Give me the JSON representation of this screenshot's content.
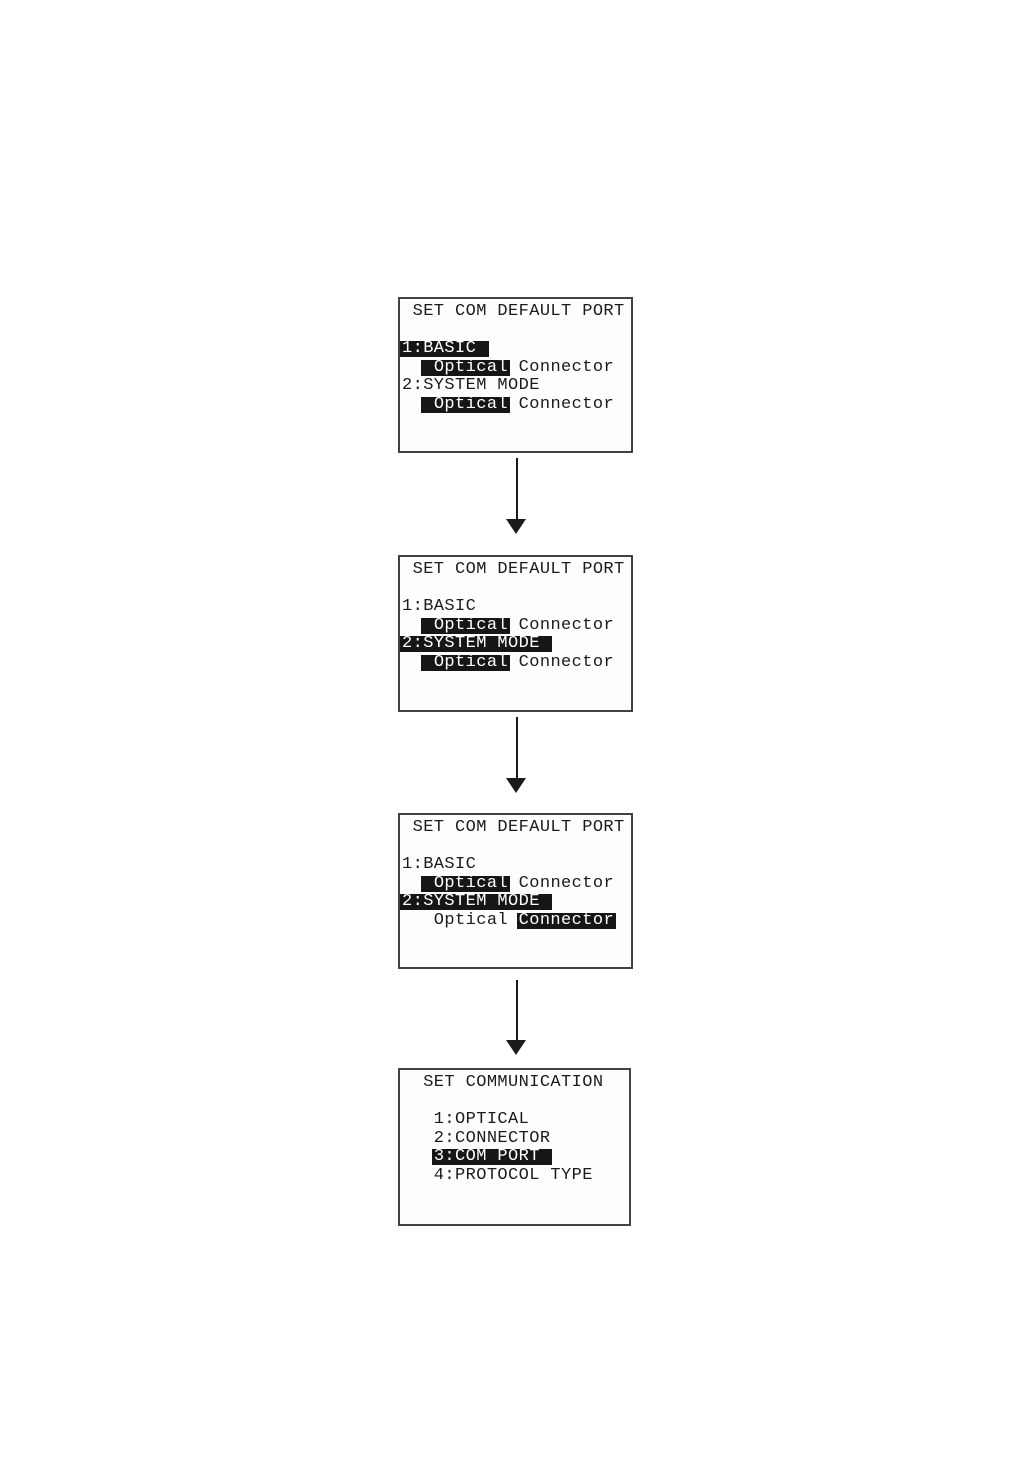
{
  "colors": {
    "page_bg": "#ffffff",
    "screen_bg": "#fdfdfd",
    "screen_border": "#424242",
    "text": "#1b1b1b",
    "highlight_bg": "#161616",
    "highlight_text": "#ffffff",
    "arrow": "#1b1b1b"
  },
  "screens": [
    {
      "title": "SET COM DEFAULT PORT",
      "lines": [
        [
          {
            "t": " SET COM DEFAULT PORT",
            "h": false
          }
        ],
        [],
        [
          {
            "t": "1:BASIC ",
            "h": true
          }
        ],
        [
          {
            "t": "  ",
            "h": false
          },
          {
            "t": " Optical",
            "h": true
          },
          {
            "t": " Connector",
            "h": false
          }
        ],
        [
          {
            "t": "2:SYSTEM MODE",
            "h": false
          }
        ],
        [
          {
            "t": "  ",
            "h": false
          },
          {
            "t": " Optical",
            "h": true
          },
          {
            "t": " Connector",
            "h": false
          }
        ]
      ]
    },
    {
      "title": "SET COM DEFAULT PORT",
      "lines": [
        [
          {
            "t": " SET COM DEFAULT PORT",
            "h": false
          }
        ],
        [],
        [
          {
            "t": "1:BASIC",
            "h": false
          }
        ],
        [
          {
            "t": "  ",
            "h": false
          },
          {
            "t": " Optical",
            "h": true
          },
          {
            "t": " Connector",
            "h": false
          }
        ],
        [
          {
            "t": "2:SYSTEM MODE ",
            "h": true
          }
        ],
        [
          {
            "t": "  ",
            "h": false
          },
          {
            "t": " Optical",
            "h": true
          },
          {
            "t": " Connector",
            "h": false
          }
        ]
      ]
    },
    {
      "title": "SET COM DEFAULT PORT",
      "lines": [
        [
          {
            "t": " SET COM DEFAULT PORT",
            "h": false
          }
        ],
        [],
        [
          {
            "t": "1:BASIC",
            "h": false
          }
        ],
        [
          {
            "t": "  ",
            "h": false
          },
          {
            "t": " Optical",
            "h": true
          },
          {
            "t": " Connector",
            "h": false
          }
        ],
        [
          {
            "t": "2:SYSTEM MODE ",
            "h": true
          }
        ],
        [
          {
            "t": "   Optical ",
            "h": false
          },
          {
            "t": "Connector",
            "h": true
          }
        ]
      ]
    },
    {
      "title": "SET COMMUNICATION",
      "lines": [
        [
          {
            "t": "  SET COMMUNICATION",
            "h": false
          }
        ],
        [],
        [
          {
            "t": "   1:OPTICAL",
            "h": false
          }
        ],
        [
          {
            "t": "   2:CONNECTOR",
            "h": false
          }
        ],
        [
          {
            "t": "   ",
            "h": false
          },
          {
            "t": "3:COM PORT ",
            "h": true
          }
        ],
        [
          {
            "t": "   4:PROTOCOL TYPE",
            "h": false
          }
        ]
      ]
    }
  ]
}
